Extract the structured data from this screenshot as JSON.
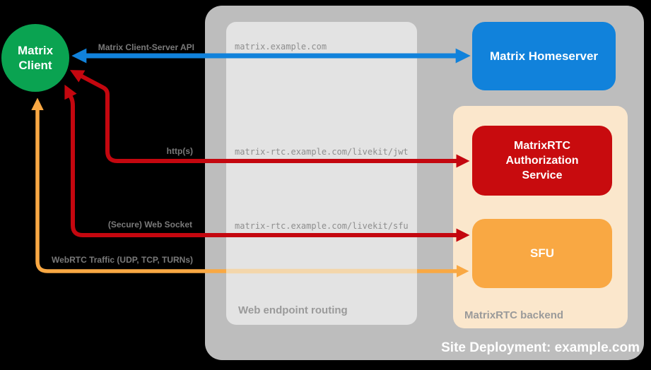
{
  "client": {
    "label_line1": "Matrix",
    "label_line2": "Client",
    "color": "#0aa351"
  },
  "site": {
    "caption": "Site Deployment: example.com",
    "bg": "#bdbdbd"
  },
  "routing": {
    "caption": "Web endpoint routing",
    "bg": "#e3e3e3",
    "endpoints": [
      "matrix.example.com",
      "matrix-rtc.example.com/livekit/jwt",
      "matrix-rtc.example.com/livekit/sfu"
    ]
  },
  "homeserver": {
    "label": "Matrix Homeserver",
    "color": "#1182db"
  },
  "backend": {
    "caption": "MatrixRTC backend",
    "bg": "#fbe7cc",
    "auth": {
      "label": "MatrixRTC Authorization Service",
      "color": "#c80b0e"
    },
    "sfu": {
      "label": "SFU",
      "color": "#f9a843"
    }
  },
  "arrows": [
    {
      "name": "matrix-client-server-api",
      "label": "Matrix Client-Server API",
      "color": "#1182db",
      "from": "Matrix Client",
      "to": "Matrix Homeserver"
    },
    {
      "name": "https",
      "label": "http(s)",
      "color": "#c4070f",
      "from": "Matrix Client",
      "to": "MatrixRTC Authorization Service"
    },
    {
      "name": "secure-web-socket",
      "label": "(Secure) Web Socket",
      "color": "#c4070f",
      "from": "Matrix Client",
      "to": "SFU"
    },
    {
      "name": "webrtc-traffic",
      "label": "WebRTC Traffic (UDP, TCP, TURNs)",
      "color": "#f9a843",
      "from": "Matrix Client",
      "to": "SFU"
    }
  ]
}
